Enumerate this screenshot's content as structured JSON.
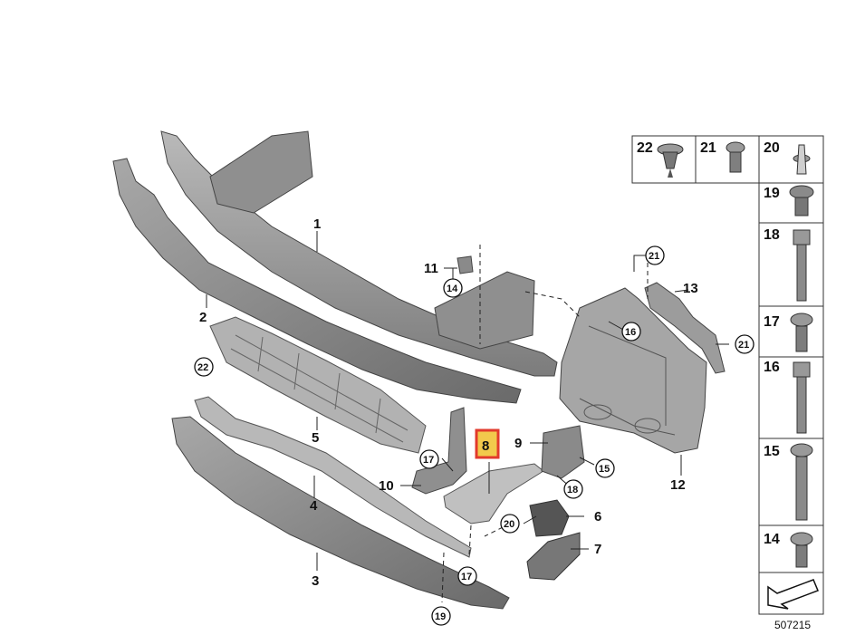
{
  "diagram": {
    "number": "507215",
    "callouts": {
      "c1": "1",
      "c2": "2",
      "c3": "3",
      "c4": "4",
      "c5": "5",
      "c6": "6",
      "c7": "7",
      "c8": "8",
      "c9": "9",
      "c10": "10",
      "c11": "11",
      "c12": "12",
      "c13": "13",
      "c14": "14",
      "c15": "15",
      "c16": "16",
      "c17a": "17",
      "c17b": "17",
      "c18": "18",
      "c19": "19",
      "c20": "20",
      "c21a": "21",
      "c21b": "21",
      "c22": "22"
    },
    "parts_table": {
      "top_row": [
        "22",
        "21",
        "20"
      ],
      "column": [
        "19",
        "18",
        "17",
        "16",
        "15",
        "14"
      ]
    },
    "colors": {
      "part_fill": "#9a9a9a",
      "part_dark": "#6f6f6f",
      "part_light": "#c4c4c4",
      "highlight": "#e23a2c",
      "highlight_inner": "#f2c94c"
    }
  }
}
